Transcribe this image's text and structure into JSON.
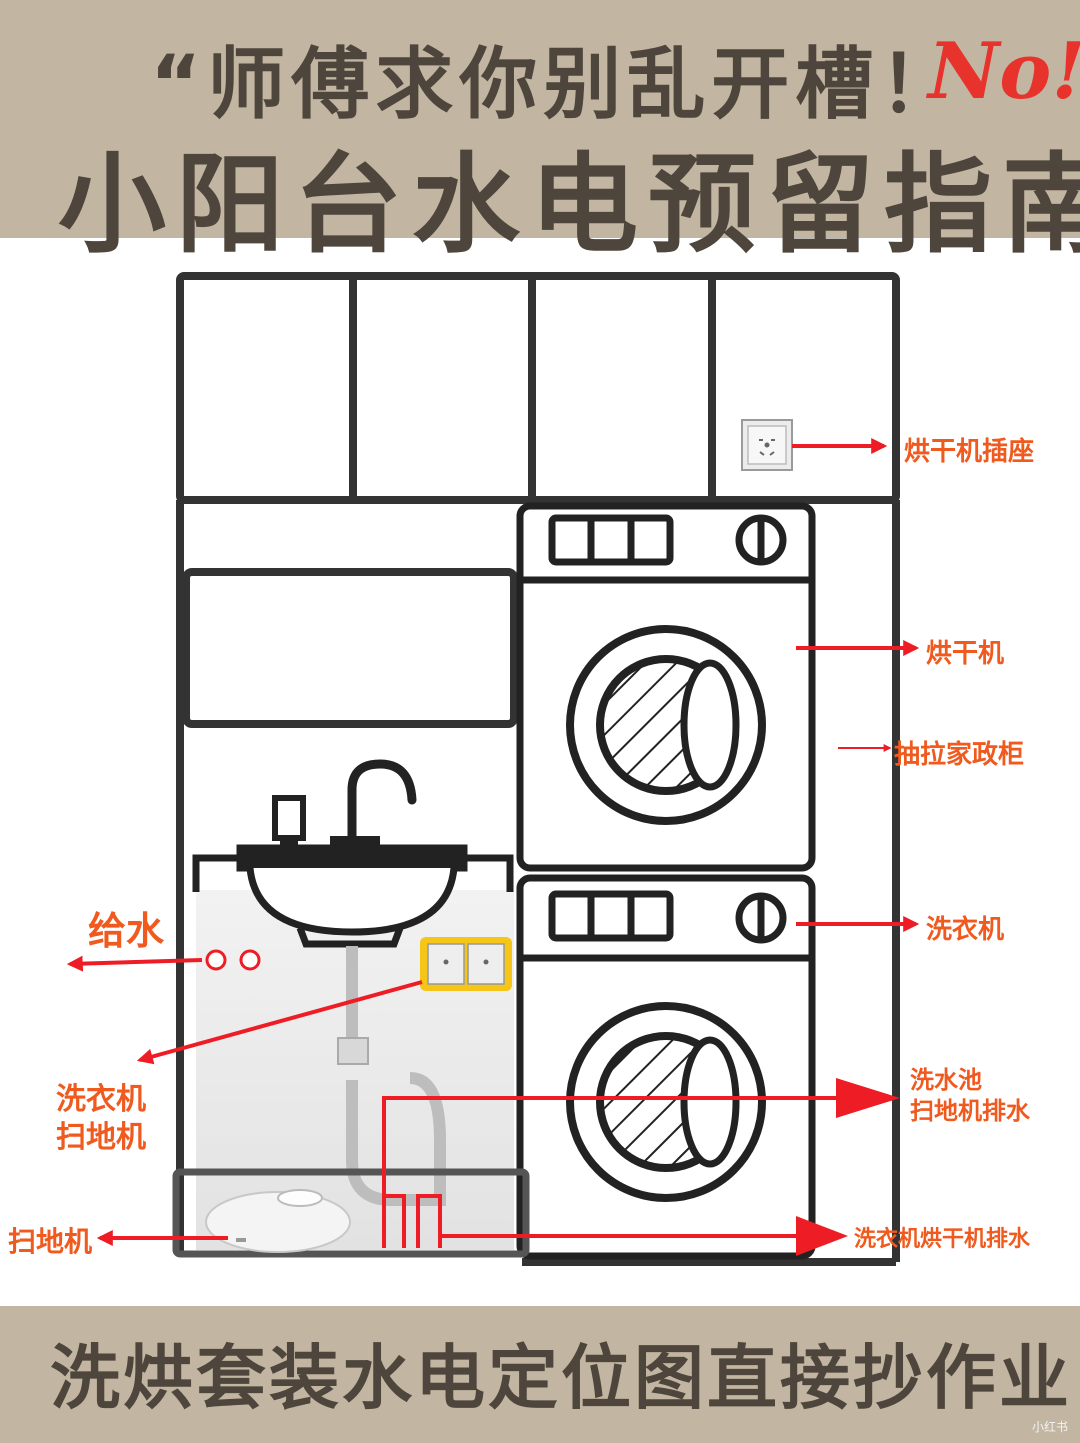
{
  "header": {
    "title_line1": "“师傅求你别乱开槽！",
    "title_line2": "小阳台水电预留指南",
    "no_mark": "No!"
  },
  "labels": {
    "dryer_socket": "烘干机插座",
    "dryer": "烘干机",
    "drawer_cabinet": "抽拉家政柜",
    "washer": "洗衣机",
    "water_supply": "给水",
    "washer_robot_line1": "洗衣机",
    "washer_robot_line2": "扫地机",
    "sink_drain_line1": "洗水池",
    "sink_drain_line2": "扫地机排水",
    "robot_vacuum": "扫地机",
    "washer_dryer_drain": "洗衣机烘干机排水"
  },
  "footer": {
    "text": "洗烘套装水电定位图直接抄作业"
  },
  "watermark": "小红书",
  "colors": {
    "header_bg": "#c2b5a1",
    "title_text": "#4e463c",
    "label_orange": "#f05a1e",
    "arrow_red": "#ee1c25",
    "outline": "#333333",
    "socket_highlight": "#f5c518",
    "check_green": "#2e9a3a"
  }
}
